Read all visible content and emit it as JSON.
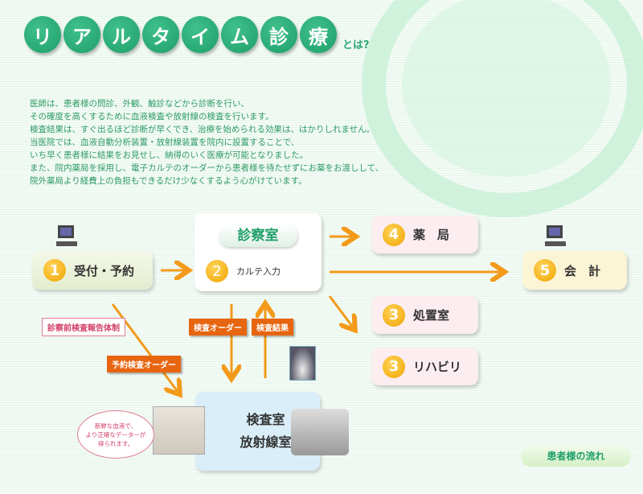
{
  "title": {
    "chars": [
      "リ",
      "ア",
      "ル",
      "タ",
      "イ",
      "ム",
      "診",
      "療"
    ],
    "suffix": "とは?"
  },
  "intro": [
    "医師は、患者様の問診、外観、触診などから診断を行い、",
    "その確度を高くするために血液検査や放射線の検査を行います。",
    "検査結果は、すぐ出るほど診断が早くでき、治療を始められる効果は、はかりしれません。",
    "当医院では、血液自動分析装置・放射線装置を院内に設置することで、",
    "いち早く患者様に結果をお見せし、納得のいく医療が可能となりました。",
    "また、院内薬局を採用し、電子カルテのオーダーから患者様を待たせずにお薬をお渡しして、",
    "院外薬局より経費上の負担もできるだけ少なくするよう心がけています。"
  ],
  "flow": {
    "reception": {
      "num": "1",
      "label": "受付・予約"
    },
    "exam_room": {
      "title": "診察室",
      "num": "2",
      "label": "カルテ入力"
    },
    "pharmacy": {
      "num": "4",
      "label": "薬　局"
    },
    "accounting": {
      "num": "5",
      "label": "会　計"
    },
    "treatment": {
      "num": "3",
      "label": "処置室"
    },
    "rehab": {
      "num": "3",
      "label": "リハビリ"
    },
    "lab": {
      "line1": "検査室",
      "line2": "放射線室"
    },
    "tags": {
      "pre_exam": "診察前検査報告体制",
      "reserve_order": "予約検査オーダー",
      "test_order": "検査オーダー",
      "test_result": "検査結果"
    },
    "bubble": [
      "新鮮な血液で、",
      "より正確なデーターが",
      "得られます。"
    ]
  },
  "footer_label": "患者様の流れ",
  "colors": {
    "green": "#1f9e6a",
    "orange": "#f39a1a",
    "tag": "#e8650f"
  }
}
